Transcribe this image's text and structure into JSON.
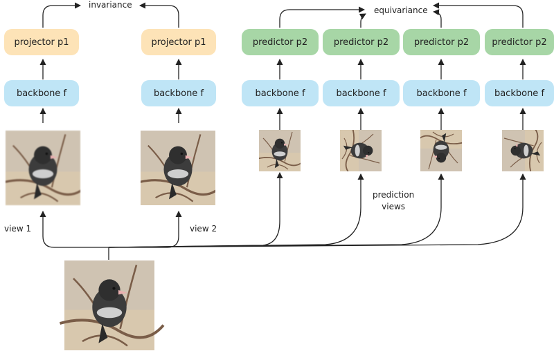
{
  "labels": {
    "invariance": "invariance",
    "equivariance": "equivariance",
    "view1": "view 1",
    "view2": "view 2",
    "prediction_views": "prediction\nviews"
  },
  "projectors": [
    {
      "label": "projector p1"
    },
    {
      "label": "projector p1"
    }
  ],
  "predictors": [
    {
      "label": "predictor p2"
    },
    {
      "label": "predictor p2"
    },
    {
      "label": "predictor p2"
    },
    {
      "label": "predictor p2"
    }
  ],
  "backbones": [
    {
      "label": "backbone f"
    },
    {
      "label": "backbone f"
    },
    {
      "label": "backbone f"
    },
    {
      "label": "backbone f"
    },
    {
      "label": "backbone f"
    },
    {
      "label": "backbone f"
    }
  ],
  "colors": {
    "projector": "#fde3b7",
    "predictor": "#a7d6a6",
    "backbone": "#bfe5f6",
    "arrow": "#222222"
  }
}
